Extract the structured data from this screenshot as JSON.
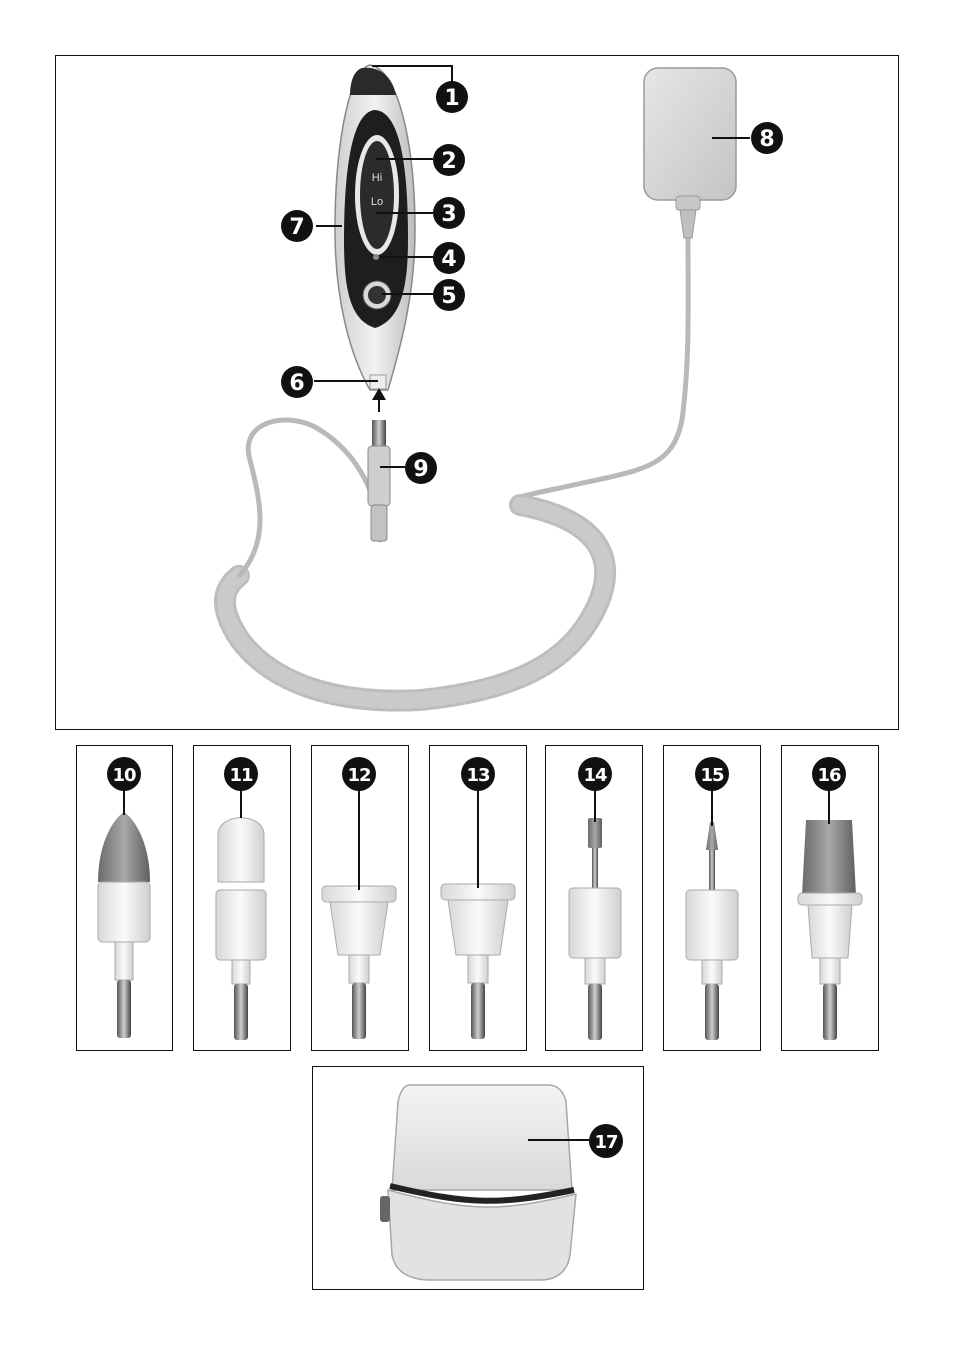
{
  "device": {
    "hi_label": "Hi",
    "lo_label": "Lo"
  },
  "callouts": [
    {
      "id": "c1",
      "label": "1"
    },
    {
      "id": "c2",
      "label": "2"
    },
    {
      "id": "c3",
      "label": "3"
    },
    {
      "id": "c4",
      "label": "4"
    },
    {
      "id": "c5",
      "label": "5"
    },
    {
      "id": "c6",
      "label": "6"
    },
    {
      "id": "c7",
      "label": "7"
    },
    {
      "id": "c8",
      "label": "8"
    },
    {
      "id": "c9",
      "label": "9"
    }
  ],
  "attachments": [
    {
      "label": "10",
      "name": "cone-stone-attachment"
    },
    {
      "label": "11",
      "name": "felt-cap-attachment"
    },
    {
      "label": "12",
      "name": "disc-holder-attachment-a"
    },
    {
      "label": "13",
      "name": "disc-holder-attachment-b"
    },
    {
      "label": "14",
      "name": "cylinder-bit-attachment"
    },
    {
      "label": "15",
      "name": "cone-bit-attachment"
    },
    {
      "label": "16",
      "name": "cylinder-stone-attachment"
    }
  ],
  "bag": {
    "label": "17"
  }
}
